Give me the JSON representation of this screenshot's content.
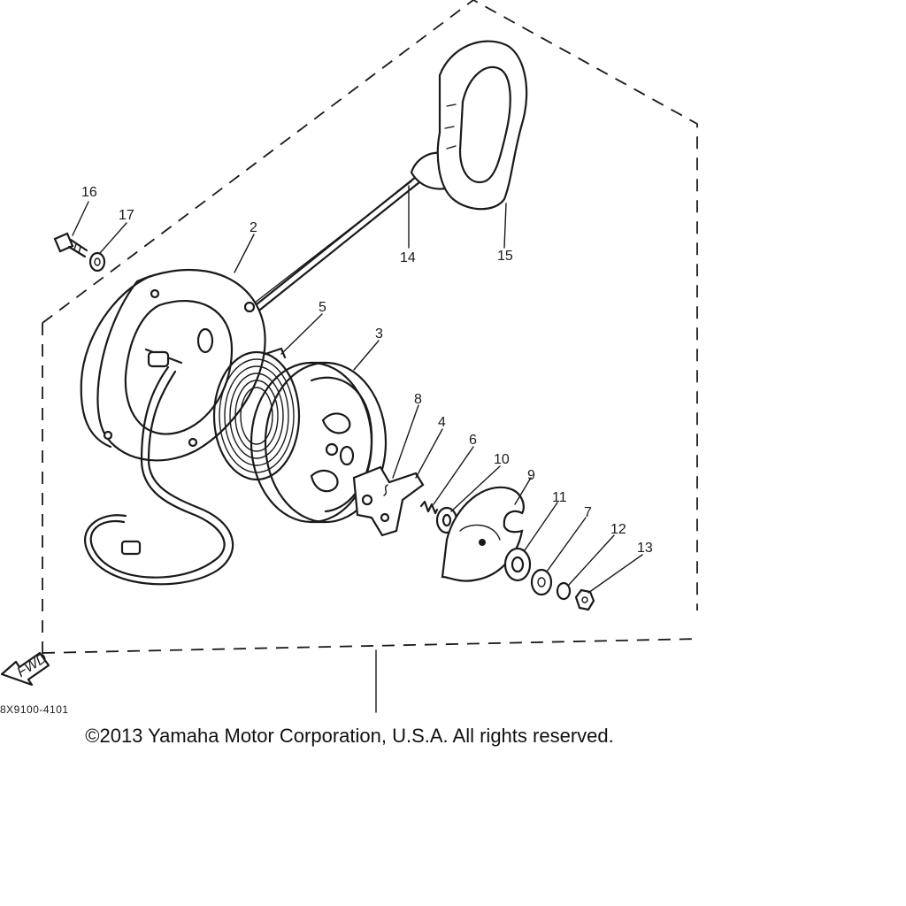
{
  "callouts": [
    "2",
    "3",
    "4",
    "5",
    "6",
    "7",
    "8",
    "9",
    "10",
    "11",
    "12",
    "13",
    "14",
    "15",
    "16",
    "17"
  ],
  "fwd_label": "FWD",
  "diagram_code": "8X9100-4101",
  "copyright": "©2013 Yamaha Motor Corporation, U.S.A. All rights reserved."
}
